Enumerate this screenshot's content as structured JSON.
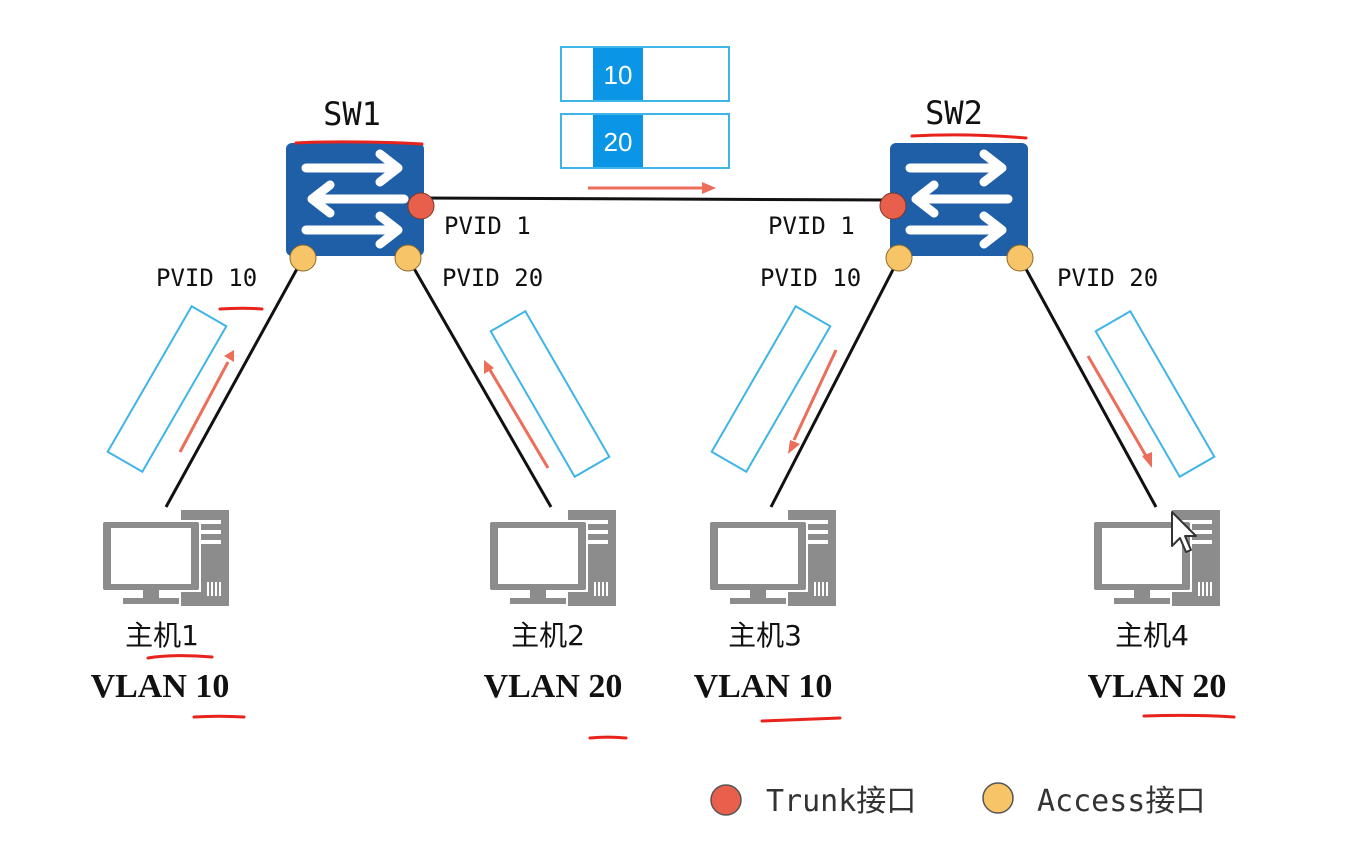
{
  "switches": [
    {
      "name": "SW1"
    },
    {
      "name": "SW2"
    }
  ],
  "frames": [
    {
      "vlan": "10"
    },
    {
      "vlan": "20"
    }
  ],
  "ports": {
    "sw1_trunk": "PVID 1",
    "sw1_access_left": "PVID 10",
    "sw1_access_right": "PVID 20",
    "sw2_trunk": "PVID 1",
    "sw2_access_left": "PVID 10",
    "sw2_access_right": "PVID 20"
  },
  "hosts": [
    {
      "name": "主机1",
      "vlan": "VLAN 10"
    },
    {
      "name": "主机2",
      "vlan": "VLAN 20"
    },
    {
      "name": "主机3",
      "vlan": "VLAN 10"
    },
    {
      "name": "主机4",
      "vlan": "VLAN 20"
    }
  ],
  "legend": {
    "trunk_label": "Trunk接口",
    "access_label": "Access接口"
  },
  "colors": {
    "switch_fill": "#1f5fa8",
    "trunk_port": "#e8604c",
    "access_port": "#f7c467",
    "frame_tag": "#0b95e6",
    "frame_outline": "#3fb4e6",
    "arrow": "#ec6d5a",
    "annotation": "#e8231c",
    "host_gray": "#8c8c8c"
  },
  "icons": {
    "switch": "switch-icon",
    "host": "desktop-computer-icon",
    "cursor": "mouse-pointer-icon"
  }
}
